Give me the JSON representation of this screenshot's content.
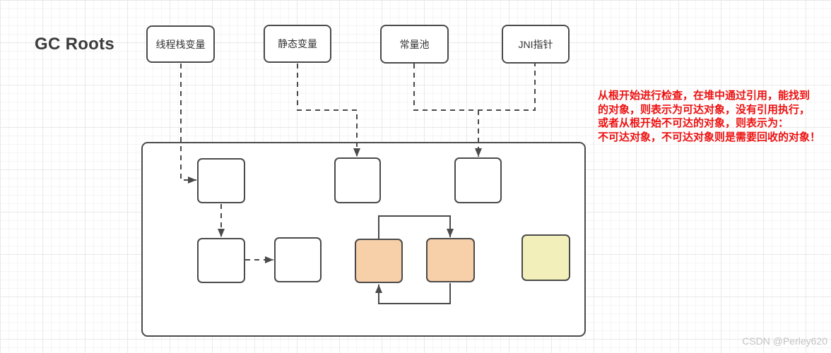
{
  "title": "GC Roots",
  "gc_roots": [
    {
      "label": "线程栈变量"
    },
    {
      "label": "静态变量"
    },
    {
      "label": "常量池"
    },
    {
      "label": "JNI指针"
    }
  ],
  "heap": {
    "objects": [
      {
        "id": "obj-a",
        "fill": "white"
      },
      {
        "id": "obj-b",
        "fill": "white"
      },
      {
        "id": "obj-c",
        "fill": "white"
      },
      {
        "id": "obj-d",
        "fill": "white"
      },
      {
        "id": "obj-e",
        "fill": "white"
      },
      {
        "id": "obj-f",
        "fill": "orange"
      },
      {
        "id": "obj-g",
        "fill": "orange"
      },
      {
        "id": "obj-h",
        "fill": "yellow"
      }
    ]
  },
  "annotation": {
    "lines": [
      "从根开始进行检查，在堆中通过引用，能找到",
      "的对象，则表示为可达对象，没有引用执行，",
      "或者从根开始不可达的对象，则表示为：",
      "不可达对象，不可达对象则是需要回收的对象！"
    ]
  },
  "watermark": "CSDN @Perley620",
  "colors": {
    "box_border": "#4a4a4a",
    "unreachable_fill": "#f7cfa9",
    "isolated_fill": "#f3efbb",
    "annotation_red": "#ed1111",
    "title_text": "#3c3c3c",
    "watermark_gray": "#c3c3c3"
  }
}
